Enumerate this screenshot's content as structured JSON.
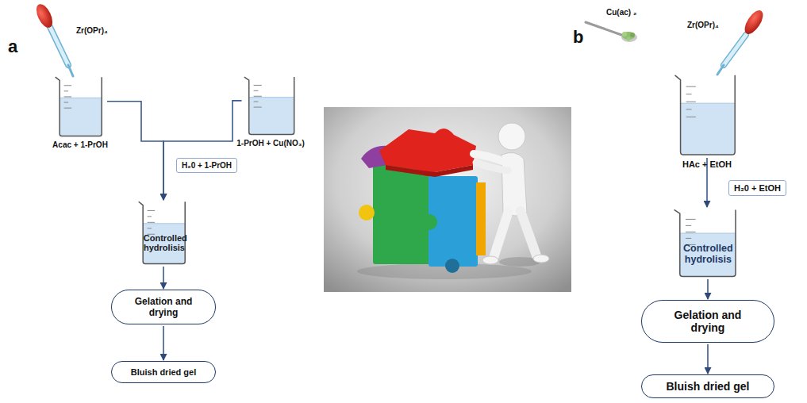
{
  "diagram": {
    "nodes": [
      {
        "text": [
          "Acac + 1-PrOH"
        ]
      },
      {
        "text": [
          "1-PrOH + Cu(NO₃)"
        ]
      },
      {
        "text": [
          "H₂0 + 1-PrOH"
        ]
      },
      {
        "text": [
          "Controlled hydrolisis"
        ]
      },
      {
        "text": [
          "Gelation and drying"
        ]
      },
      {
        "text": [
          "Bluish dried gel"
        ]
      },
      {
        "text": [
          "HAc + EtOH"
        ]
      },
      {
        "text": [
          "H₂0 + EtOH"
        ]
      },
      {
        "text": [
          "Controlled hydrolisis"
        ]
      },
      {
        "text": [
          "Gelation and drying"
        ]
      },
      {
        "text": [
          "Bluish dried gel"
        ]
      }
    ],
    "edges": [
      {
        "from": 0,
        "to": 3,
        "arrow": "to"
      },
      {
        "from": 1,
        "to": 3,
        "arrow": "to"
      },
      {
        "from": 3,
        "to": 4,
        "arrow": "to"
      },
      {
        "from": 4,
        "to": 5,
        "arrow": "to"
      },
      {
        "from": 6,
        "to": 8,
        "arrow": "to"
      },
      {
        "from": 8,
        "to": 9,
        "arrow": "to"
      },
      {
        "from": 9,
        "to": 10,
        "arrow": "to"
      }
    ],
    "labels": [
      "Zr(OPr)₄",
      "a",
      "b",
      "Cu(ac) ₂",
      "Zr(OPr)₄"
    ]
  }
}
